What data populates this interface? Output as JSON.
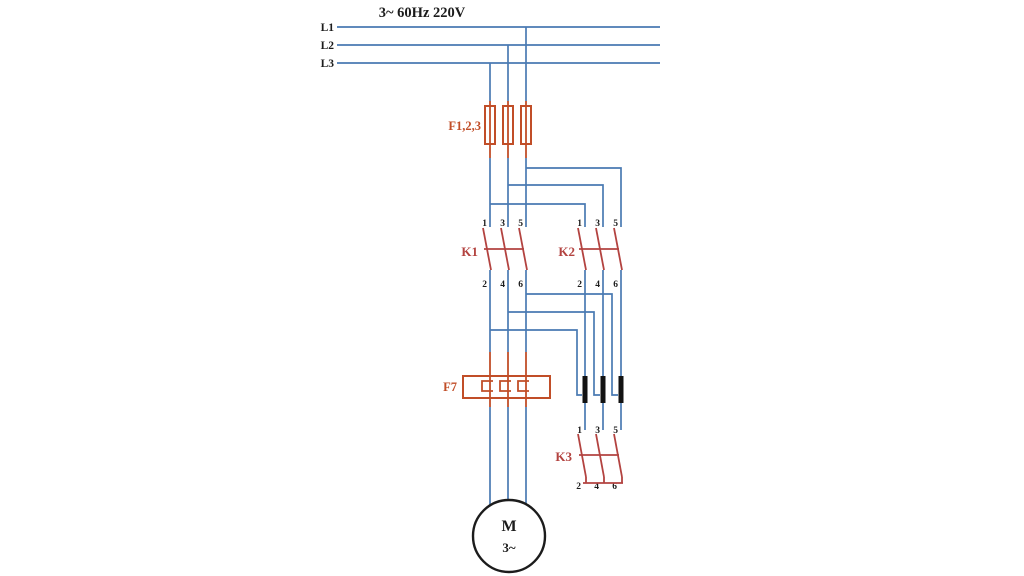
{
  "title": "3~ 60Hz 220V",
  "colors": {
    "wire": "#4a7ab2",
    "fuse": "#c14e28",
    "contact": "#b34340",
    "ink": "#1c1c1c",
    "bar": "#121212"
  },
  "supply": {
    "l1": "L1",
    "l2": "L2",
    "l3": "L3"
  },
  "fuses": {
    "label": "F1,2,3"
  },
  "overload": {
    "label": "F7"
  },
  "contactors": [
    {
      "label": "K1",
      "top": [
        "1",
        "3",
        "5"
      ],
      "bottom": [
        "2",
        "4",
        "6"
      ]
    },
    {
      "label": "K2",
      "top": [
        "1",
        "3",
        "5"
      ],
      "bottom": [
        "2",
        "4",
        "6"
      ]
    },
    {
      "label": "K3",
      "top": [
        "1",
        "3",
        "5"
      ],
      "bottom": [
        "2",
        "4",
        "6"
      ]
    }
  ],
  "motor": {
    "letter": "M",
    "phase": "3~"
  }
}
